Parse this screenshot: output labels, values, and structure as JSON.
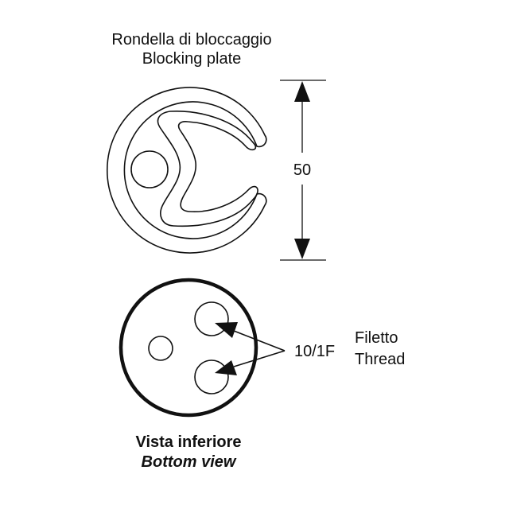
{
  "top_part": {
    "title_it": "Rondella di bloccaggio",
    "title_en": "Blocking plate",
    "dimension": "50"
  },
  "bottom_part": {
    "caption_it": "Vista inferiore",
    "caption_en": "Bottom view",
    "thread_spec": "10/1F",
    "thread_it": "Filetto",
    "thread_en": "Thread"
  },
  "colors": {
    "line": "#111111",
    "background": "#ffffff"
  }
}
